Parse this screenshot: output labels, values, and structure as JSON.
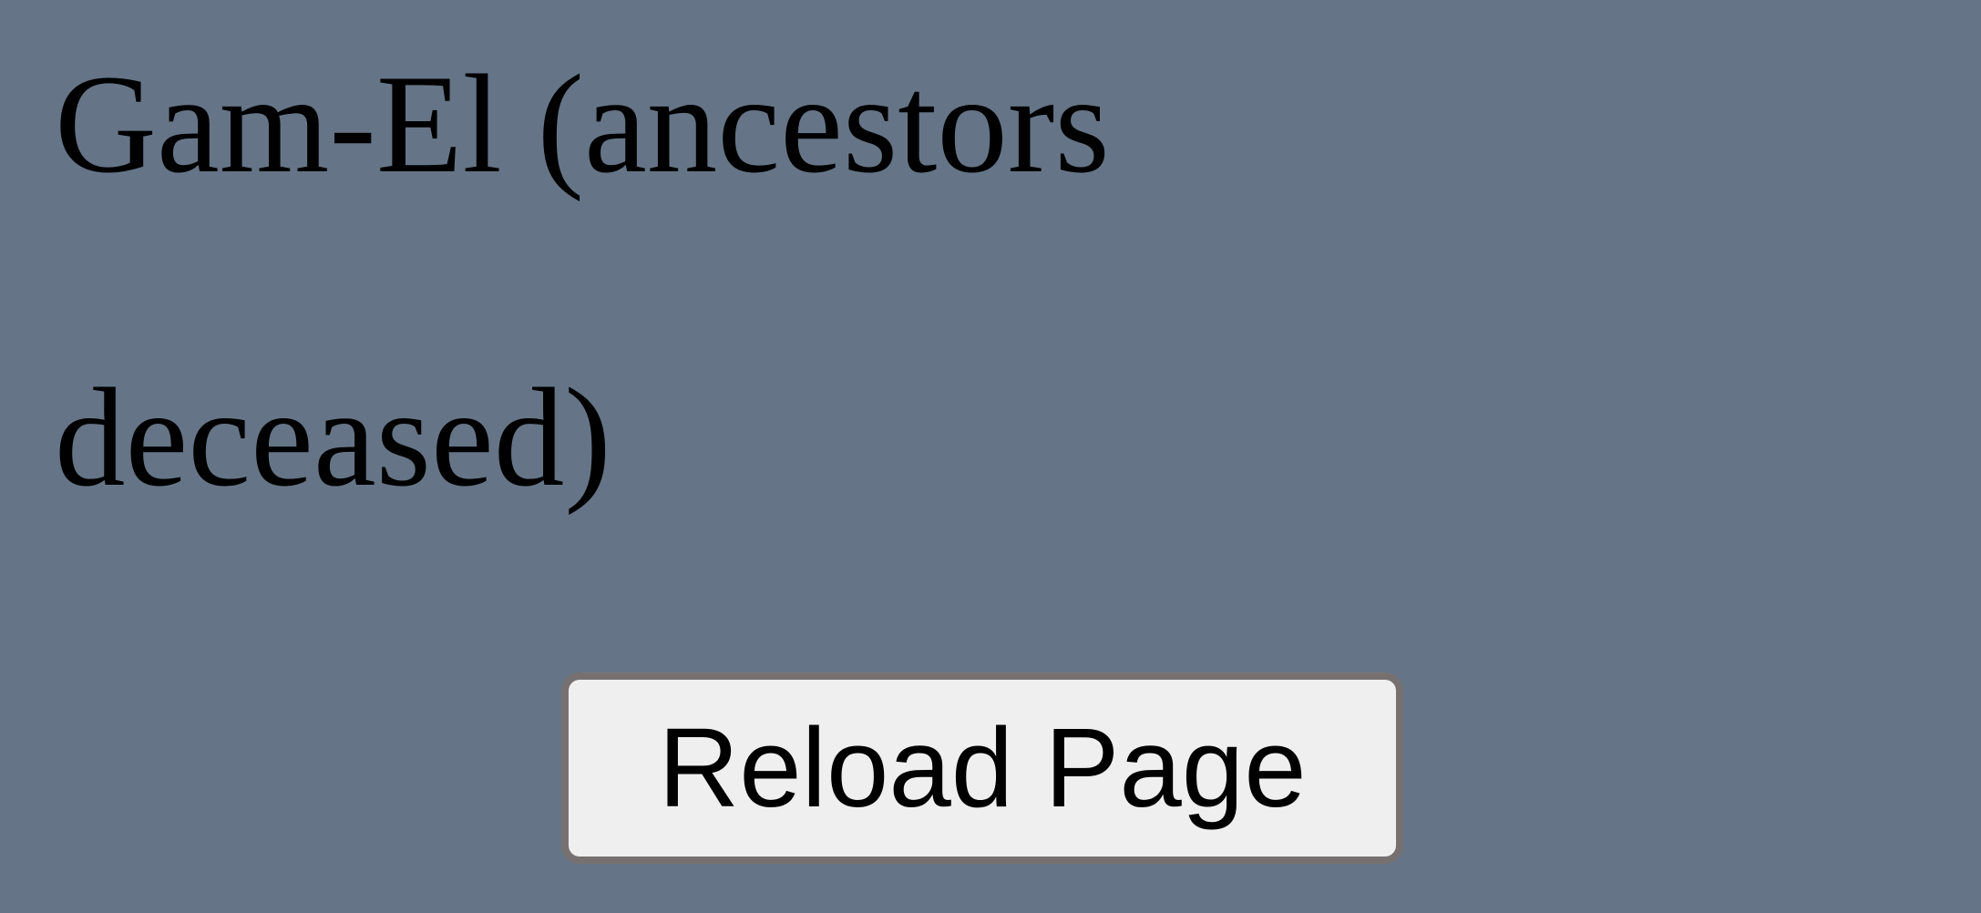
{
  "page": {
    "background_color": "#657587",
    "heading_lines": [
      "Gam-El (ancestors",
      "deceased)"
    ],
    "reload_button": {
      "label": "Reload Page",
      "background_color": "#efefef",
      "border_color": "#767170"
    }
  }
}
